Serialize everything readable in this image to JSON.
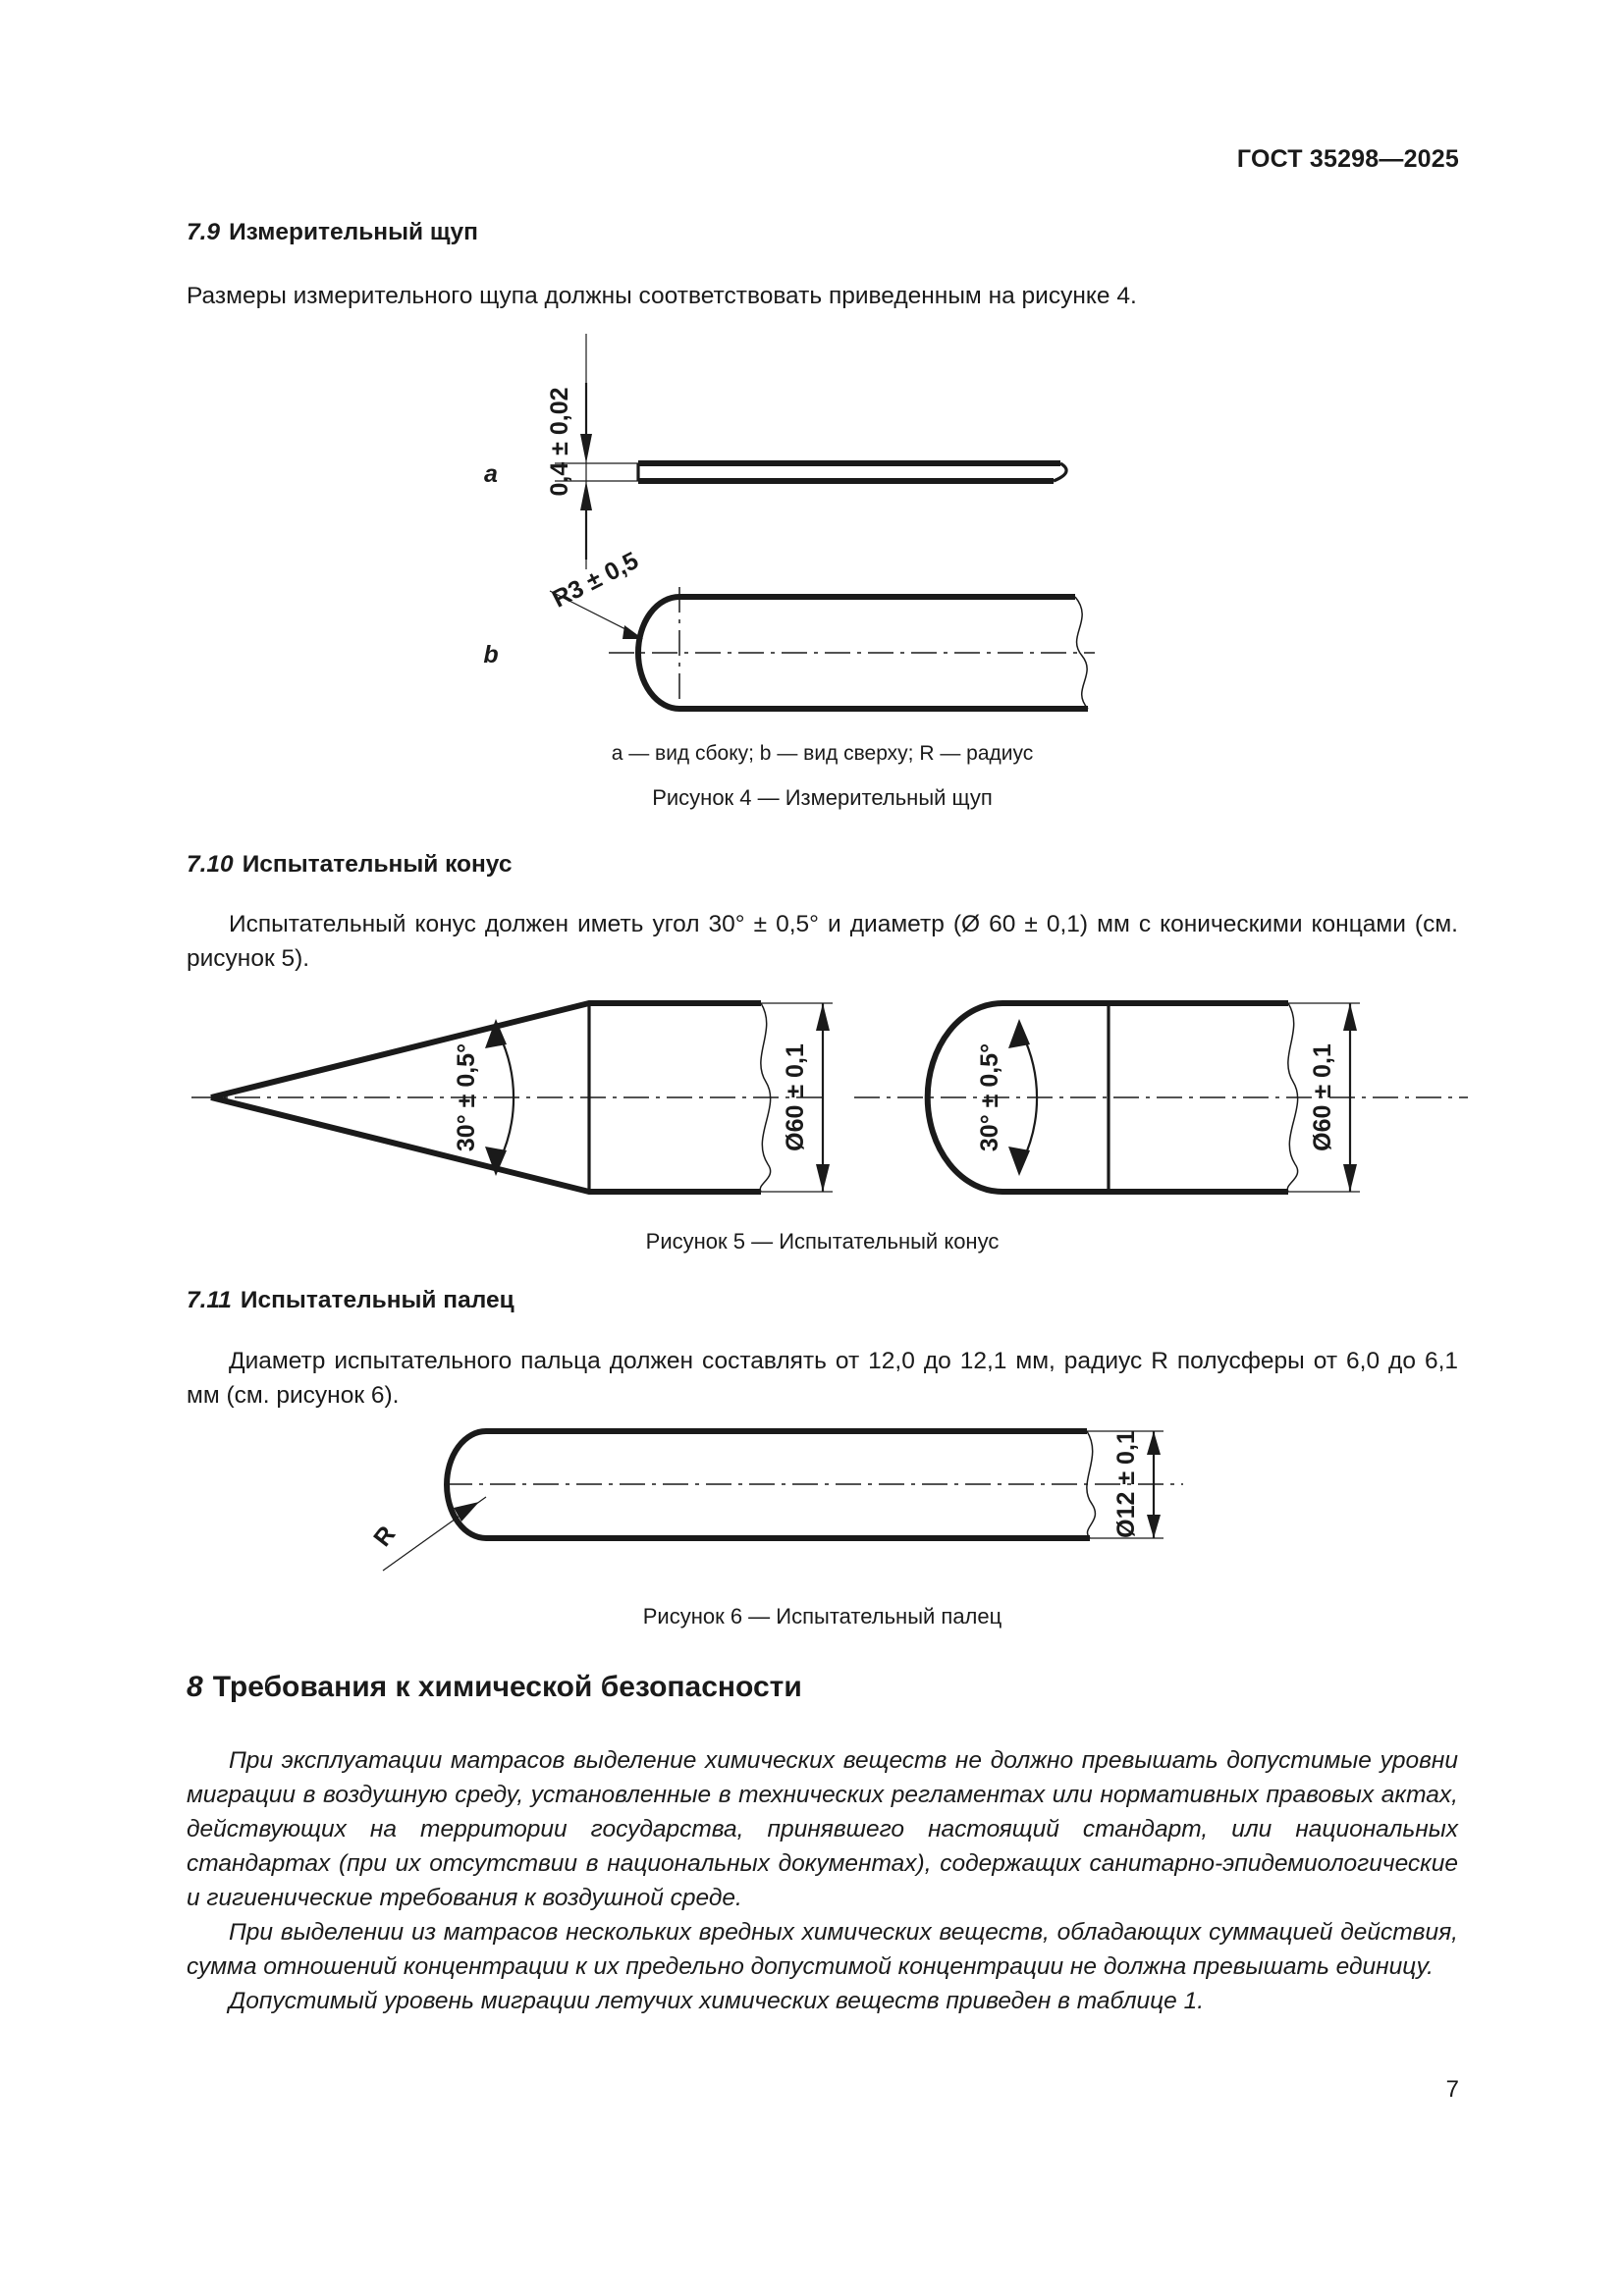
{
  "header": {
    "standard": "ГОСТ 35298—2025"
  },
  "page_number": "7",
  "clause_7_9": {
    "number": "7.9",
    "title": "Измерительный щуп",
    "paragraph": "Размеры измерительного щупа должны соответствовать приведенным на рисунке 4."
  },
  "figure_4": {
    "view_a_label": "a",
    "view_b_label": "b",
    "dim_thickness": "0,4 ± 0,02",
    "dim_radius": "R3 ± 0,5",
    "legend": "a — вид сбоку; b — вид сверху; R — радиус",
    "caption": "Рисунок 4 — Измерительный щуп"
  },
  "clause_7_10": {
    "number": "7.10",
    "title": "Испытательный конус",
    "paragraph": "Испытательный конус должен иметь угол 30° ± 0,5° и диаметр (Ø 60 ± 0,1) мм с коническими концами (см. рисунок 5)."
  },
  "figure_5": {
    "dim_angle_left": "30° ± 0,5°",
    "dim_diameter_left": "Ø60 ± 0,1",
    "dim_angle_right": "30° ± 0,5°",
    "dim_diameter_right": "Ø60 ± 0,1",
    "caption": "Рисунок 5 — Испытательный конус"
  },
  "clause_7_11": {
    "number": "7.11",
    "title": "Испытательный палец",
    "paragraph": "Диаметр испытательного пальца должен составлять от 12,0 до 12,1 мм, радиус R полусферы от 6,0 до 6,1 мм (см. рисунок 6)."
  },
  "figure_6": {
    "dim_radius": "R",
    "dim_diameter": "Ø12 ± 0,1",
    "caption": "Рисунок 6 — Испытательный палец"
  },
  "section_8": {
    "number": "8",
    "title": "Требования к химической безопасности",
    "paragraphs": [
      "При эксплуатации матрасов выделение химических веществ не должно превышать допустимые уровни миграции в воздушную среду, установленные в технических регламентах или нормативных правовых актах, действующих на территории государства, принявшего настоящий стандарт, или национальных стандартах (при их отсутствии в национальных документах), содержащих санитарно-эпидемиологические и гигиенические требования к воздушной среде.",
      "При выделении из матрасов нескольких вредных химических веществ, обладающих суммацией действия, сумма отношений концентрации к их предельно допустимой концентрации не должна превышать единицу.",
      "Допустимый уровень миграции летучих химических веществ приведен в таблице 1."
    ]
  }
}
